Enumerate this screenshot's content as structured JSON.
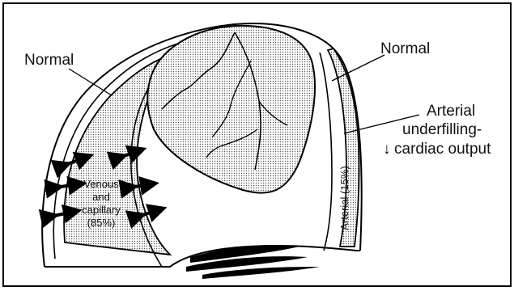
{
  "labels": {
    "normal_left": "Normal",
    "normal_right": "Normal",
    "arterial_line1": "Arterial",
    "arterial_line2": "underfilling-",
    "arterial_line3": "cardiac output",
    "arterial_arrow": "↓",
    "venous_line1": "Venous",
    "venous_line2": "and",
    "venous_line3": "capillary",
    "venous_line4": "(85%)",
    "arterial_vertical": "Arterial (15%)"
  }
}
